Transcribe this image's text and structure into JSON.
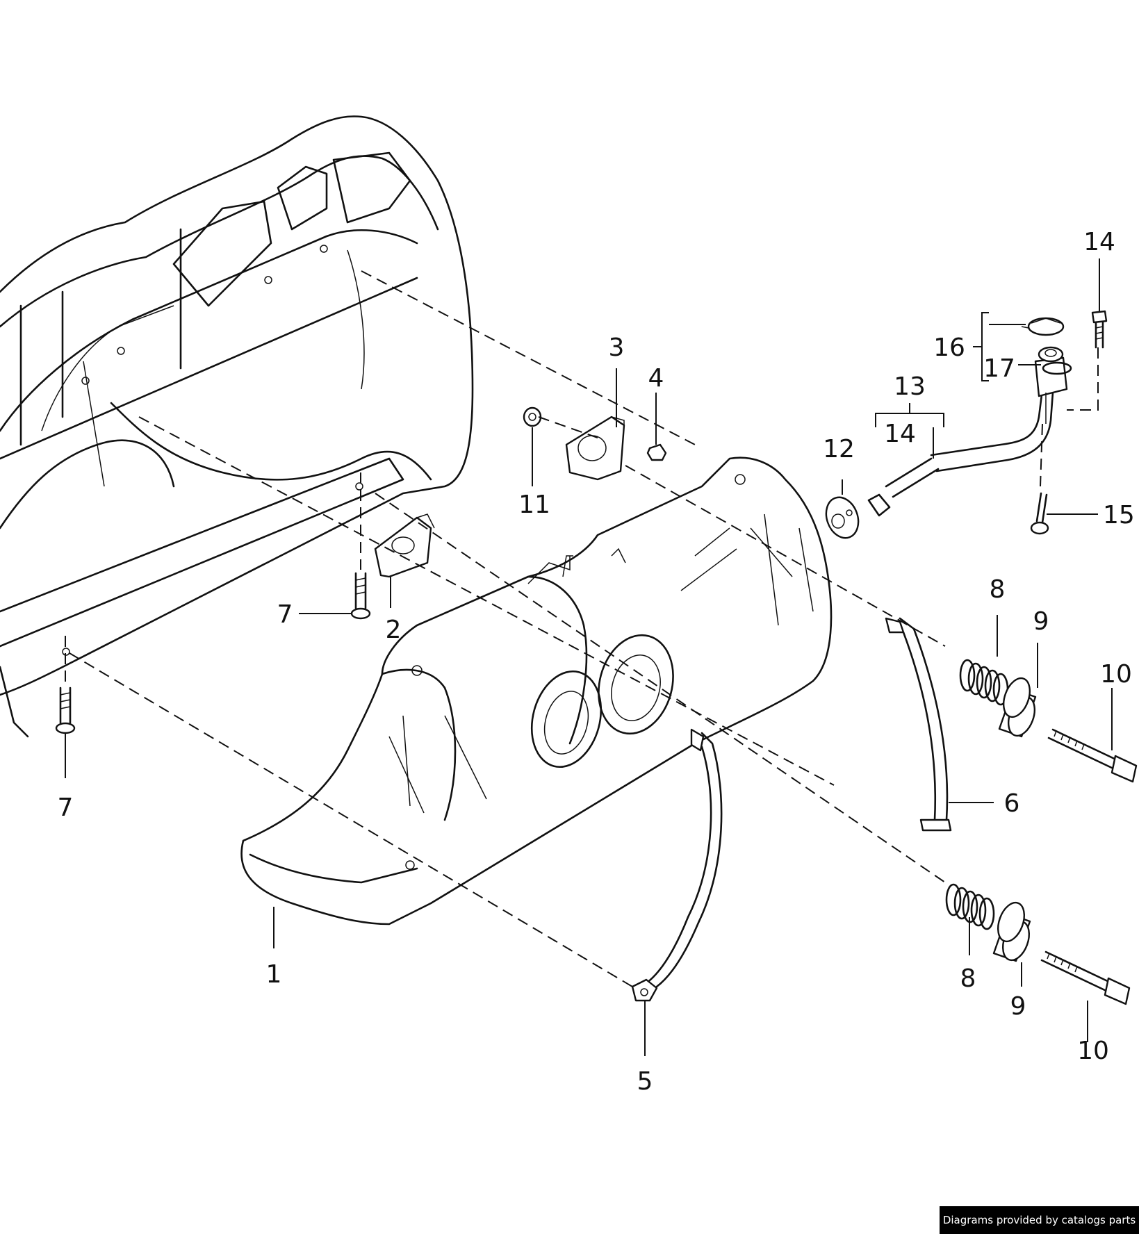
{
  "credit": "Diagrams provided by catalogs parts",
  "callouts": [
    "1",
    "2",
    "3",
    "4",
    "5",
    "6",
    "7",
    "7",
    "8",
    "8",
    "9",
    "9",
    "10",
    "10",
    "11",
    "12",
    "13",
    "14",
    "14",
    "15",
    "16",
    "17"
  ]
}
